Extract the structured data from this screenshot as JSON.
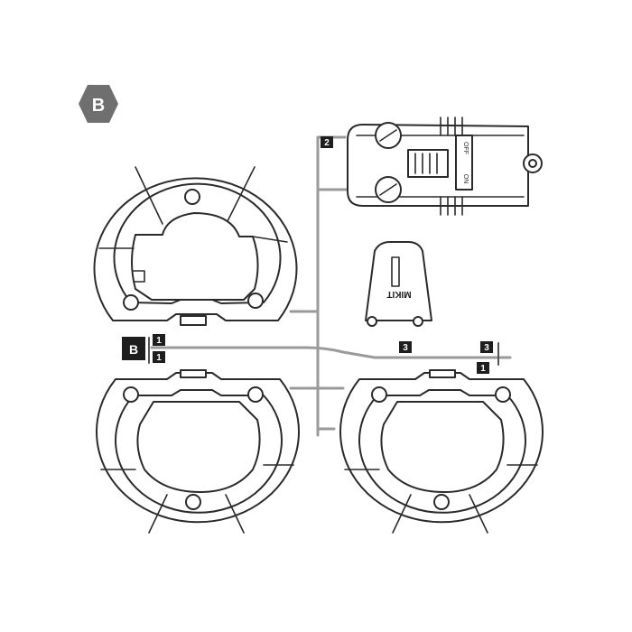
{
  "sheet": {
    "badge_letter": "B",
    "runner_letter": "B"
  },
  "part_tags": [
    {
      "number": "1"
    },
    {
      "number": "1"
    },
    {
      "number": "2"
    },
    {
      "number": "3"
    },
    {
      "number": "3"
    },
    {
      "number": "1"
    }
  ],
  "switch_module": {
    "off_label": "OFF",
    "on_label": "ON"
  },
  "battery_cover": {
    "brand": "MIKIT"
  },
  "colors": {
    "outline": "#2b2b2b",
    "runner": "#9a9a9a",
    "badge": "#6f6f6f",
    "tag": "#1e1e1e"
  }
}
